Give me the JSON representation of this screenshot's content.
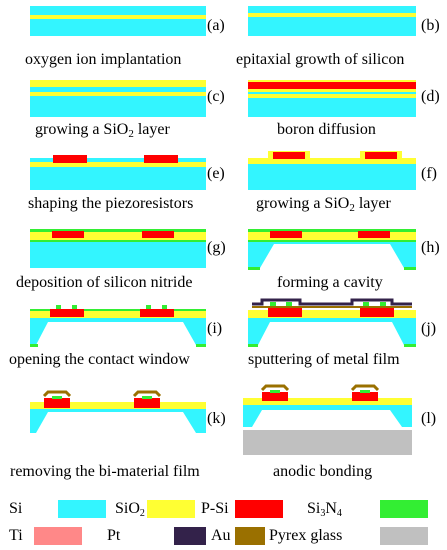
{
  "colors": {
    "si": "#33f5ff",
    "sio2": "#ffff33",
    "psi": "#ff0000",
    "si3n4": "#33ee33",
    "ti": "#ff8888",
    "pt": "#ffffff",
    "au": "#33224a",
    "pyrex": "#c0c0c0",
    "text": "#000000"
  },
  "steps": [
    {
      "label": "(a)",
      "caption": "oxygen ion implantation"
    },
    {
      "label": "(b)",
      "caption": "epitaxial growth of silicon"
    },
    {
      "label": "(c)",
      "caption_main": "growing a SiO",
      "caption_sub": "2",
      "caption_tail": " layer"
    },
    {
      "label": "(d)",
      "caption": "boron diffusion"
    },
    {
      "label": "(e)",
      "caption": "shaping the piezoresistors"
    },
    {
      "label": "(f)",
      "caption_main": "growing a SiO",
      "caption_sub": "2",
      "caption_tail": " layer"
    },
    {
      "label": "(g)",
      "caption": "deposition of silicon nitride"
    },
    {
      "label": "(h)",
      "caption": "forming a cavity"
    },
    {
      "label": "(i)",
      "caption": "opening the contact window"
    },
    {
      "label": "(j)",
      "caption": "sputtering of metal film"
    },
    {
      "label": "(k)",
      "caption": "removing the bi-material film"
    },
    {
      "label": "(l)",
      "caption": "anodic bonding"
    }
  ],
  "legend": {
    "si": "Si",
    "sio2_main": "SiO",
    "sio2_sub": "2",
    "psi": "P-Si",
    "si3n4_a": "Si",
    "si3n4_b": "3",
    "si3n4_c": "N",
    "si3n4_d": "4",
    "ti": "Ti",
    "pt": "Pt",
    "au": "Au",
    "pyrex": "Pyrex glass"
  }
}
